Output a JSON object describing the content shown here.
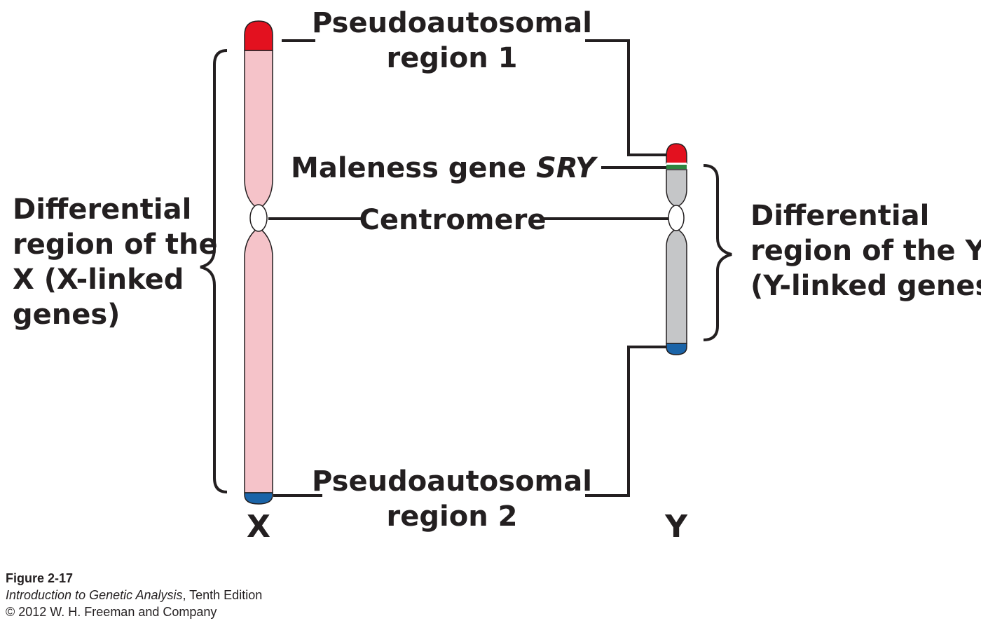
{
  "labels": {
    "par1_line1": "Pseudoautosomal",
    "par1_line2": "region 1",
    "sry_prefix": "Maleness gene ",
    "sry_gene": "SRY",
    "centromere": "Centromere",
    "par2_line1": "Pseudoautosomal",
    "par2_line2": "region 2",
    "x_diff": [
      "Differential",
      "region of the",
      "X (X-linked",
      "genes)"
    ],
    "y_diff": [
      "Differential",
      "region of the Y",
      "(Y-linked genes)"
    ],
    "x_chrom": "X",
    "y_chrom": "Y"
  },
  "caption": {
    "figure": "Figure 2-17",
    "book_title": "Introduction to Genetic Analysis",
    "edition": ", Tenth Edition",
    "copyright": "© 2012 W. H. Freeman and Company"
  },
  "colors": {
    "pseudoautosomal_1": "#e3111f",
    "pseudoautosomal_2": "#1b64a8",
    "x_body": "#f5c3c9",
    "y_body": "#c5c6c8",
    "sry_band": "#2e8540",
    "centromere": "#ffffff",
    "line": "#231f20"
  }
}
